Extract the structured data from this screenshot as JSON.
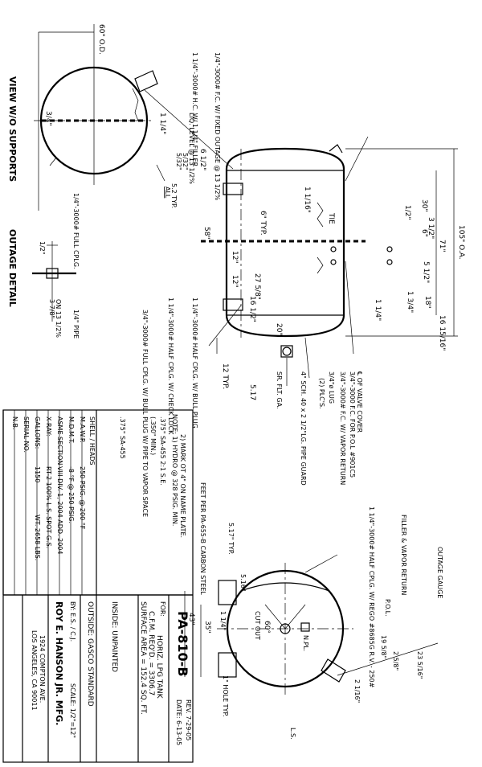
{
  "views": {
    "end_view_title": "VIEW W/O SUPPORTS",
    "outage_detail_title": "OUTAGE DETAIL",
    "front_view_note": "(2) PLC'S."
  },
  "dimensions": {
    "od": "60\" O.D.",
    "oa": "105\" O.A.",
    "d71": "71\"",
    "d30": "30\"",
    "d6": "6\"",
    "d58": "58\"",
    "d18": "18\"",
    "d16_15_16": "16 15/16\"",
    "d11_16": "1 1/16\"",
    "d6_1_2": "6 1/2\"",
    "d12a": "12\"",
    "d12b": "12\"",
    "d27_5_8": "27 5/8\"",
    "d20": "20\"",
    "d1_1_4": "1 1/4\"",
    "d1_3_4": "1 3/4\"",
    "d5_1_2": "5 1/2\"",
    "d3_1_2": "3 1/2\"",
    "d1_2": "1/2\"",
    "d1_4": "1 1/4\"",
    "d3_4": "3/4\"",
    "d6_typ": "6\" TYP.",
    "d12_typ": "12 TYP.",
    "d16_2": "16 1/2\"",
    "d5_17": "5.17",
    "d5_32": "5/32\"",
    "d5_2_typ": "5.2 TYP.",
    "all": "ALL",
    "tie": "TIE",
    "d43": "43\"",
    "d35": "35\"",
    "d60deg": "60°",
    "cut_out": "CUT OUT",
    "d1_hole": "1\" HOLE TYP.",
    "d2_5_8": "2 5/8\"",
    "d23_5_16": "23 5/16\"",
    "d19_5_8": "19 5/8\"",
    "d2_1_16": "2 1/16\"",
    "d5_17_typ": "5.17\" TYP.",
    "d5_16": "5.16\"",
    "ls": "L.S.",
    "npl": "N.PL.",
    "pol": "P.O.L.",
    "d3_7_8": "3 7/8\"",
    "on_13": "ON 13 1/2%",
    "outage_quarter": "1/4\" PIPE",
    "outage_cplg": "1/4\"-3000# FULL CPLG."
  },
  "callouts": {
    "hc": "1 1/4\"-3000# H.C. W/ 1 1/4\" FILLER",
    "fc_outage": "1/4\"-3000# F.C. W/ FIXED OUTAGE @ 13 1/2%",
    "liq_level": "LIQ. LEVEL @ 13 1/2%",
    "valve_cover": "℄ OF VALVE COVER",
    "pol_fc": "3/4\"-3000 F.C. FOR P.O.L #901C5",
    "vapor_return": "3/4\"-3000# F.C. W/ VAPOR RETURN",
    "lug": "3/4\"ø LUG",
    "pipe_guard": "4\" SCH. 40 x 2 1/2\"LG. PIPE GUARD",
    "float_gauge": "SR. FLT. GA.",
    "half_cplg_plug": "1 1/4\"-3000# HALF CPLG. W/ BULL PLUG",
    "check_lock": "1 1/4\"-3000# HALF CPLG. W/ CHECK LOCK",
    "full_cplg_vapor": "3/4\"-3000# FULL CPLG. W/ BULL PLUG W/ PIPE TO VAPOR SPACE",
    "outage_gauge": "OUTAGE GAUGE",
    "filler_vapor": "FILLER & VAPOR RETURN",
    "rego": "1 1/4\"-3000# HALF CPLG. W/ REGO #8685G R.V. - 250#",
    "feet_per": "FEET PER PA-655-B CARBON STEEL"
  },
  "notes": {
    "line1": "NOTE: 1) HYDRO @ 328 PSIG. MIN.",
    "line2": "2) MARK OT 4\" ON NAME PLATE."
  },
  "title_block": {
    "shell_heads_header": "SHELL / HEADS",
    "shell_spec": ".375\" SA-455  2:1 S.E.",
    "shell_min": "(.350\" MIN.)",
    "heads_spec": ".375\" SA-455",
    "rows": [
      {
        "label": "M.A.W.P.",
        "value": "250  PSIG. @  200  °F"
      },
      {
        "label": "M.D.M.T.",
        "value": "-8  °F @  250  PSIG."
      },
      {
        "label": "ASME SECTION",
        "value": "VIII  DIV. 1, 2004 ADD. 2004"
      },
      {
        "label": "X-RAY:",
        "value": "RT-2  100% L.S. SPOT G.S."
      },
      {
        "label": "GALLONS:",
        "value": "1150"
      },
      {
        "label": "SERIAL NO.",
        "value": ""
      },
      {
        "label": "N.B.",
        "value": ""
      }
    ],
    "weight": "WT.  2658 LBS.",
    "drawing_no": "PA-810-B",
    "rev": "REV.  7-29-05",
    "date": "DATE:  6-13-05",
    "for_label": "FOR:",
    "product": "HORIZ. LPG TANK",
    "cfm": "C.F.M. REQ'D. = 3306.7",
    "surface_area": "SURFACE AREA = 152.4 SQ. FT.",
    "inside": "INSIDE:   UNPAINTED",
    "outside": "OUTSIDE:   GASCO STANDARD",
    "by": "BY: E.S. / C.J.",
    "scale": "SCALE: 1/2\"=12\"",
    "company": "ROY E. HANSON JR. MFG.",
    "address1": "1924 COMPTON AVE.",
    "address2": "LOS ANGELES, CA 90011"
  },
  "colors": {
    "ink": "#000000",
    "paper": "#ffffff"
  }
}
